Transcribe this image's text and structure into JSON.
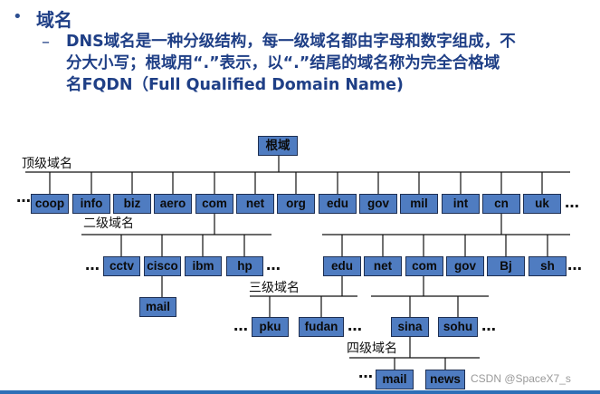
{
  "heading": {
    "bullet": "•",
    "title": "域名"
  },
  "description": {
    "dash": "–",
    "lines": [
      "DNS域名是一种分级结构，每一级域名都由字母和数字组成，不",
      "分大小写；根域用“.”表示，以“.”结尾的域名称为完全合格域",
      "名FQDN（Full Qualified Domain Name)"
    ]
  },
  "tree": {
    "root": "根域",
    "level_labels": {
      "top": "顶级域名",
      "second": "二级域名",
      "third": "三级域名",
      "fourth": "四级域名"
    },
    "ellipsis": "…",
    "top_level": [
      "coop",
      "info",
      "biz",
      "aero",
      "com",
      "net",
      "org",
      "edu",
      "gov",
      "mil",
      "int",
      "cn",
      "uk"
    ],
    "com_children": [
      "cctv",
      "cisco",
      "ibm",
      "hp"
    ],
    "cisco_children": [
      "mail"
    ],
    "cn_children": [
      "edu",
      "net",
      "com",
      "gov",
      "Bj",
      "sh"
    ],
    "edu_children": [
      "pku",
      "fudan"
    ],
    "cn_com_children": [
      "sina",
      "sohu"
    ],
    "sina_children": [
      "mail",
      "news"
    ]
  },
  "watermark": "CSDN @SpaceX7_s"
}
